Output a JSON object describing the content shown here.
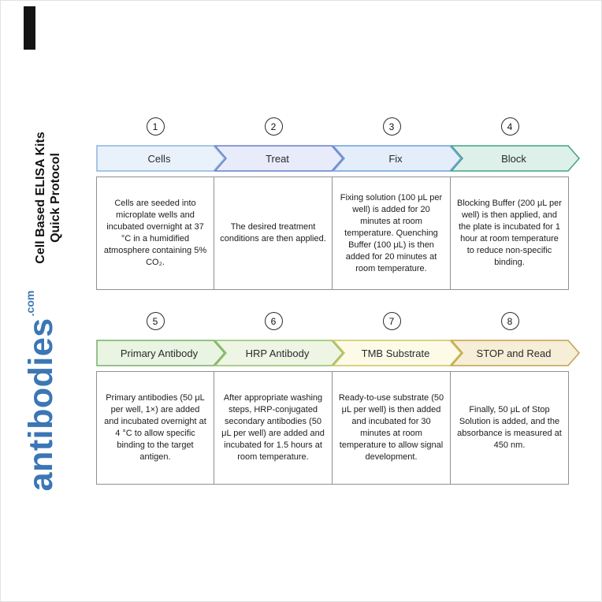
{
  "sidebar": {
    "bar_color": "#141414",
    "title_line1": "Cell Based ELISA Kits",
    "title_line2": "Quick Protocol",
    "brand": "antibodies",
    "brand_suffix": ".com",
    "brand_color": "#3b76b5"
  },
  "steps": [
    {
      "number": "1",
      "label": "Cells",
      "description": "Cells are seeded into microplate wells and incubated overnight at 37 °C in a humidified atmosphere containing 5% CO₂.",
      "fill": "#e9f2fb",
      "border": "#8fb4dd"
    },
    {
      "number": "2",
      "label": "Treat",
      "description": "The desired treatment conditions are then applied.",
      "fill": "#e7ebfa",
      "border": "#6b7cc9"
    },
    {
      "number": "3",
      "label": "Fix",
      "description": "Fixing solution (100 μL per well) is added for 20 minutes at room temperature. Quenching Buffer (100 μL) is then added for 20 minutes at room temperature.",
      "fill": "#e4eefa",
      "border": "#6f9fd8"
    },
    {
      "number": "4",
      "label": "Block",
      "description": "Blocking Buffer (200 μL per well) is then applied, and the plate is incubated for 1 hour at room temperature to reduce non-specific binding.",
      "fill": "#ddf0e9",
      "border": "#45a18a"
    },
    {
      "number": "5",
      "label": "Primary Antibody",
      "description": "Primary antibodies (50 μL per well, 1×) are added and incubated overnight at 4 °C to allow specific binding to the target antigen.",
      "fill": "#e9f4e3",
      "border": "#74b066"
    },
    {
      "number": "6",
      "label": "HRP Antibody",
      "description": "After appropriate washing steps, HRP-conjugated secondary antibodies (50 μL per well) are added and incubated for 1.5 hours at room temperature.",
      "fill": "#eef5e4",
      "border": "#93bd6a"
    },
    {
      "number": "7",
      "label": "TMB Substrate",
      "description": "Ready-to-use substrate (50 μL per well) is then added and incubated for 30 minutes at room temperature to allow signal development.",
      "fill": "#fdfbe8",
      "border": "#cdc25e"
    },
    {
      "number": "8",
      "label": "STOP and Read",
      "description": "Finally, 50 μL of Stop Solution is added, and the absorbance is measured at 450 nm.",
      "fill": "#f7eed7",
      "border": "#c2a14b"
    }
  ]
}
